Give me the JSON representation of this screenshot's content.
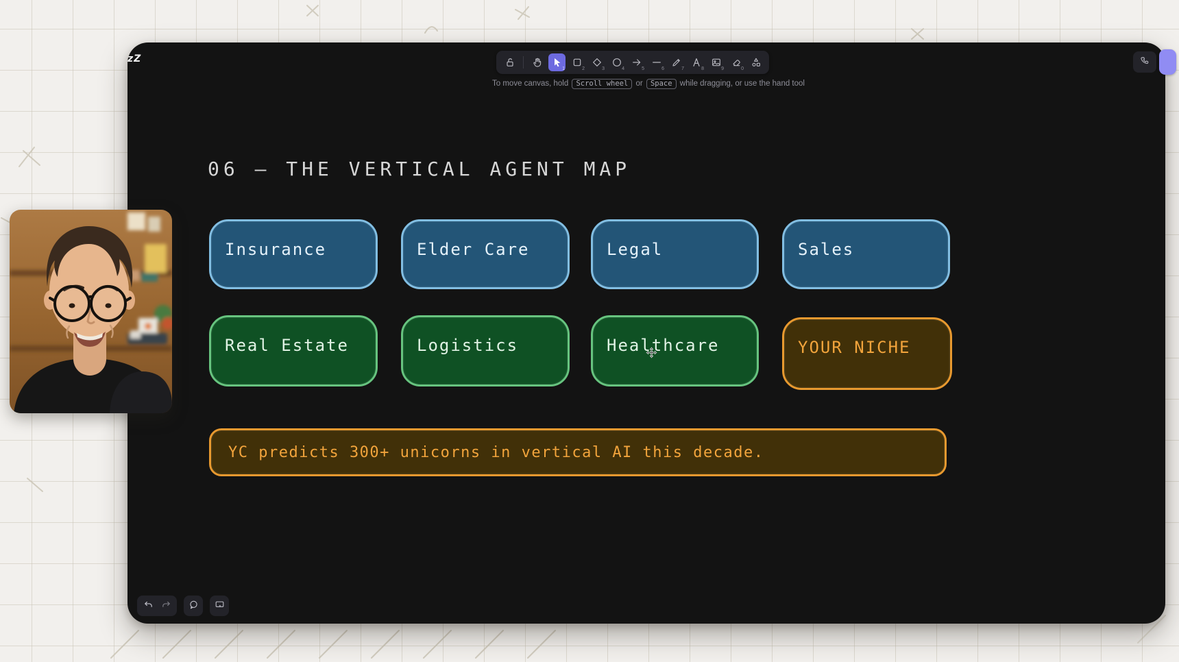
{
  "colors": {
    "page_bg": "#f2f0ed",
    "grid_line": "rgba(197,191,177,0.5)",
    "canvas_bg": "#131313",
    "panel_bg": "#232329",
    "icon": "#b7b7bf",
    "icon_active_bg": "#6d6ae0",
    "pill_purple": "#908cf3",
    "title_text": "#d6d6d6",
    "hint_text": "#8e8e98",
    "blue_fill": "#235577",
    "blue_border": "#82bee2",
    "blue_text": "#e3f0f9",
    "green_fill": "#0f5124",
    "green_border": "#67c47f",
    "green_text": "#e0f2e4",
    "orange_fill": "#413008",
    "orange_border": "#e8992f",
    "orange_text": "#f2a43c"
  },
  "whiteboard": {
    "corner_label": "zZ",
    "toolbar": {
      "tools": [
        {
          "name": "lock",
          "icon": "lock-open-icon",
          "shortcut": "",
          "active": false
        },
        {
          "name": "hand",
          "icon": "hand-icon",
          "shortcut": "",
          "active": false
        },
        {
          "name": "selection",
          "icon": "cursor-icon",
          "shortcut": "1",
          "active": true
        },
        {
          "name": "rectangle",
          "icon": "rectangle-icon",
          "shortcut": "2",
          "active": false
        },
        {
          "name": "diamond",
          "icon": "diamond-icon",
          "shortcut": "3",
          "active": false
        },
        {
          "name": "ellipse",
          "icon": "ellipse-icon",
          "shortcut": "4",
          "active": false
        },
        {
          "name": "arrow",
          "icon": "arrow-icon",
          "shortcut": "5",
          "active": false
        },
        {
          "name": "line",
          "icon": "line-icon",
          "shortcut": "6",
          "active": false
        },
        {
          "name": "draw",
          "icon": "pencil-icon",
          "shortcut": "7",
          "active": false
        },
        {
          "name": "text",
          "icon": "text-icon",
          "shortcut": "8",
          "active": false
        },
        {
          "name": "image",
          "icon": "image-icon",
          "shortcut": "9",
          "active": false
        },
        {
          "name": "eraser",
          "icon": "eraser-icon",
          "shortcut": "0",
          "active": false
        },
        {
          "name": "shapes",
          "icon": "shapes-icon",
          "shortcut": "",
          "active": false
        }
      ]
    },
    "hint": {
      "prefix": "To move canvas, hold",
      "key_scroll": "Scroll wheel",
      "or": "or",
      "key_space": "Space",
      "suffix": "while dragging, or use the hand tool"
    },
    "title": "06 — THE VERTICAL AGENT MAP",
    "boxes": [
      {
        "label": "Insurance",
        "variant": "blue"
      },
      {
        "label": "Elder Care",
        "variant": "blue"
      },
      {
        "label": "Legal",
        "variant": "blue"
      },
      {
        "label": "Sales",
        "variant": "blue"
      },
      {
        "label": "Real Estate",
        "variant": "green"
      },
      {
        "label": "Logistics",
        "variant": "green"
      },
      {
        "label": "Healthcare",
        "variant": "green"
      },
      {
        "label": "YOUR NICHE",
        "variant": "orange"
      }
    ],
    "note": {
      "text": "YC predicts 300+ unicorns in vertical AI this decade."
    },
    "footer": {
      "buttons": [
        {
          "name": "undo",
          "icon": "undo-icon"
        },
        {
          "name": "redo",
          "icon": "redo-icon"
        },
        {
          "name": "comments",
          "icon": "chat-bubble-icon"
        },
        {
          "name": "present",
          "icon": "presentation-icon"
        }
      ]
    },
    "call_button": {
      "icon": "phone-icon"
    }
  }
}
